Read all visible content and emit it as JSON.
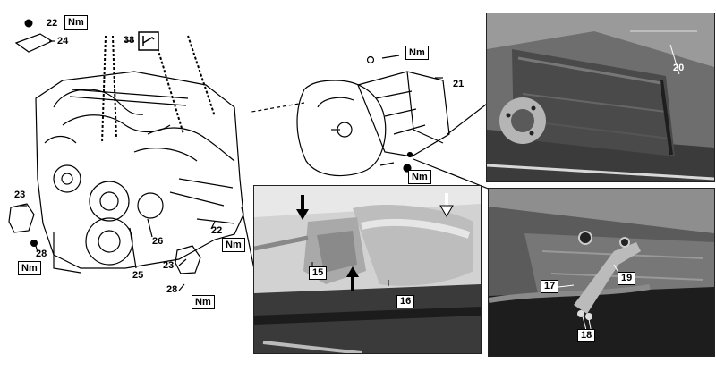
{
  "torque_label": "Nm",
  "engine": {
    "callouts": {
      "c22_top": "22",
      "c24": "24",
      "c38": "38",
      "c23_left": "23",
      "c28_left": "28",
      "c26": "26",
      "c25": "25",
      "c22_bottom": "22",
      "c23_right": "23",
      "c28_right": "28"
    }
  },
  "gearbox": {
    "callouts": {
      "c21": "21"
    }
  },
  "photos": {
    "top_right": {
      "callouts": {
        "c20": "20"
      }
    },
    "bottom_middle": {
      "callouts": {
        "c15": "15",
        "c16": "16"
      }
    },
    "bottom_right": {
      "callouts": {
        "c17": "17",
        "c19": "19",
        "c18": "18"
      }
    }
  },
  "colors": {
    "photo_dark": "#2a2a2a",
    "photo_mid": "#7a7a7a",
    "photo_light": "#c8c8c8",
    "line": "#000000"
  }
}
